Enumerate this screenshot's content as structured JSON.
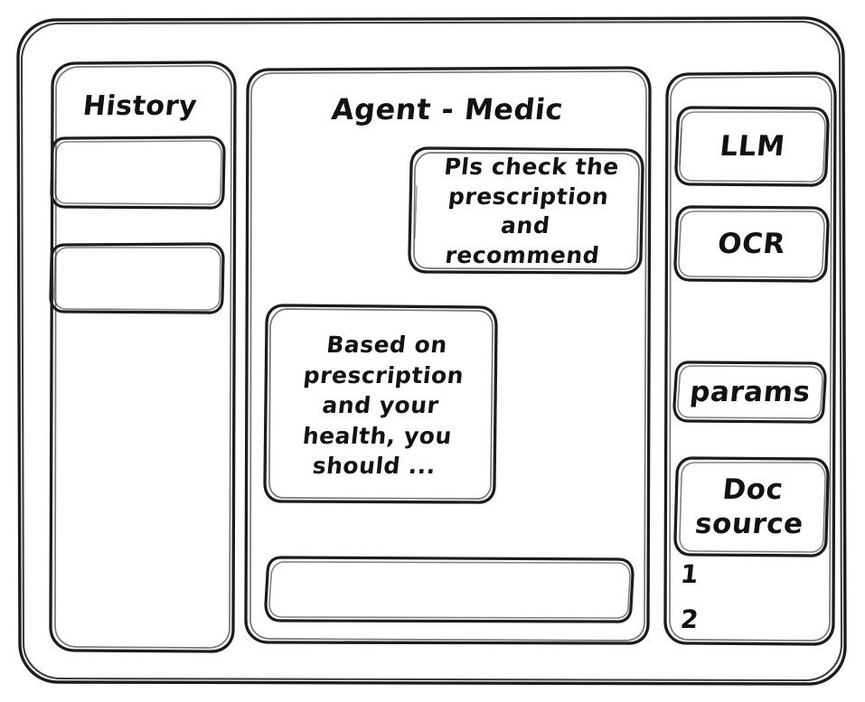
{
  "window": {
    "title": "Agent - Medic"
  },
  "sidebar_left": {
    "title": "History",
    "items": [
      {
        "label": ""
      },
      {
        "label": ""
      }
    ]
  },
  "main": {
    "title": "Agent - Medic",
    "messages": [
      {
        "role": "user",
        "align": "right",
        "lines": [
          "Pls check the",
          "prescription",
          "and recommend"
        ]
      },
      {
        "role": "assistant",
        "align": "left",
        "lines": [
          "Based on",
          "prescription",
          "and your",
          "health, you",
          "should ..."
        ]
      }
    ],
    "composer": {
      "value": "",
      "placeholder": ""
    }
  },
  "sidebar_right": {
    "tools": [
      {
        "label": "LLM"
      },
      {
        "label": "OCR"
      },
      {
        "label": "params"
      }
    ],
    "doc_source": {
      "line1": "Doc",
      "line2": "source",
      "refs": [
        "1",
        "2"
      ]
    }
  },
  "style": {
    "stroke": "#1c1c1c",
    "background": "#ffffff",
    "text": "#121212"
  }
}
